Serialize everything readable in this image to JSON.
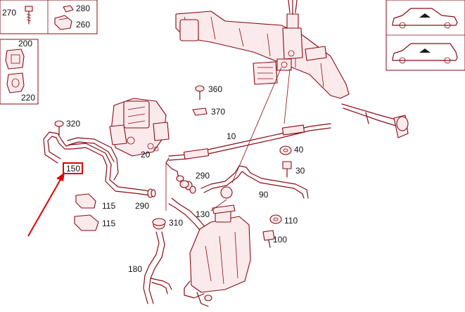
{
  "diagram": {
    "parts": {
      "p270": "270",
      "p280": "280",
      "p260": "260",
      "p200": "200",
      "p220": "220",
      "p320": "320",
      "p150": "150",
      "p115a": "115",
      "p115b": "115",
      "p20": "20",
      "p290a": "290",
      "p290b": "290",
      "p360": "360",
      "p370": "370",
      "p10": "10",
      "p40": "40",
      "p30": "30",
      "p90": "90",
      "p130": "130",
      "p110": "110",
      "p100": "100",
      "p310": "310",
      "p180": "180"
    },
    "colors": {
      "line": "#8a0a14",
      "highlight_box": "#e00000",
      "arrow": "#e00000",
      "text": "#111111"
    },
    "highlighted_part": "150",
    "icons": [
      "sedan-body-icon",
      "estate-body-icon"
    ]
  }
}
